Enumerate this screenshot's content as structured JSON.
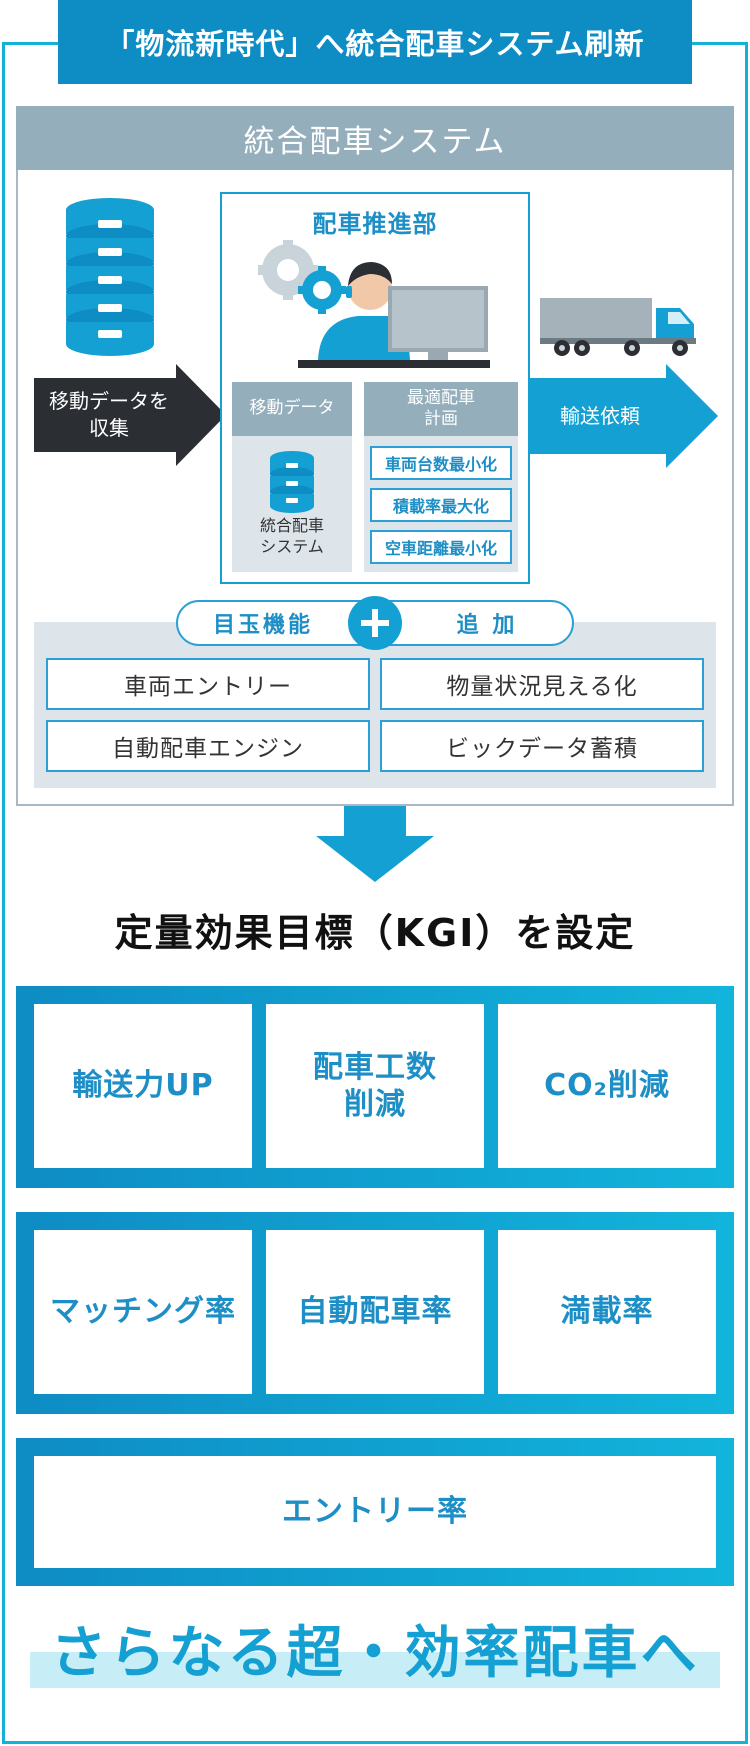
{
  "header": {
    "title": "「物流新時代」へ統合配車システム刷新"
  },
  "system": {
    "title": "統合配車システム",
    "collect_arrow": "移動データを\n収集",
    "transport_arrow": "輸送依頼",
    "dispatch": {
      "title": "配車推進部",
      "data_column": {
        "header": "移動データ",
        "caption": "統合配車\nシステム"
      },
      "plan_column": {
        "header": "最適配車\n計画",
        "items": [
          "車両台数最小化",
          "積載率最大化",
          "空車距離最小化"
        ]
      }
    },
    "features": {
      "left_label": "目玉機能",
      "right_label": "追 加",
      "items": [
        "車両エントリー",
        "物量状況見える化",
        "自動配車エンジン",
        "ビックデータ蓄積"
      ]
    }
  },
  "kgi": {
    "title": "定量効果目標（KGI）を設定",
    "row1": [
      "輸送力UP",
      "配車工数\n削減",
      "CO₂削減"
    ],
    "row2": [
      "マッチング率",
      "自動配車率",
      "満載率"
    ],
    "row3": [
      "エントリー率"
    ]
  },
  "footer": {
    "tagline": "さらなる超・効率配車へ"
  },
  "colors": {
    "accent": "#0e8cc4",
    "accent_light": "#14b1d8",
    "header_gray": "#94aebb",
    "panel_gray": "#dde4ea"
  }
}
